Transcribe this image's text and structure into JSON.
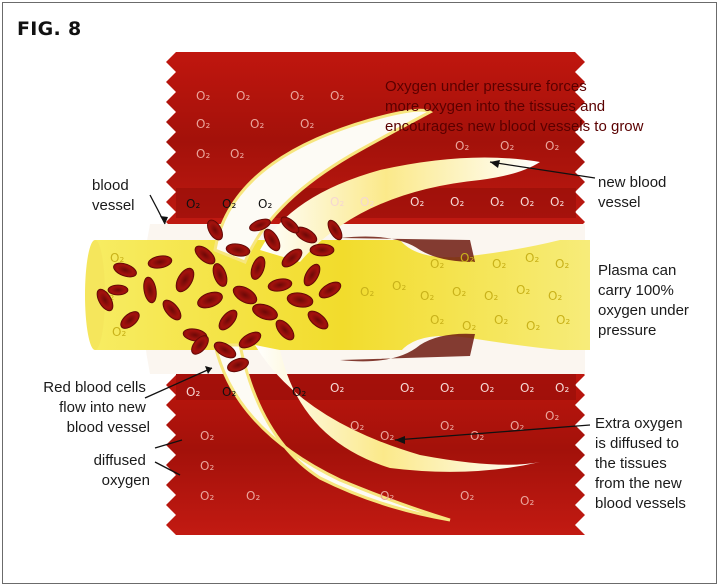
{
  "figure": {
    "label": "FIG. 8"
  },
  "annotations": {
    "top": [
      "Oxygen under pressure forces",
      "more oxygen into the tissues and",
      "encourages new blood vessels to grow"
    ],
    "new_blood_vessel": [
      "new blood",
      "vessel"
    ],
    "blood_vessel": [
      "blood",
      "vessel"
    ],
    "plasma": [
      "Plasma can",
      "carry 100%",
      "oxygen under",
      "pressure"
    ],
    "red_blood_cells": [
      "Red blood cells",
      "flow into new",
      "blood vessel"
    ],
    "diffused_oxygen": [
      "diffused",
      "oxygen"
    ],
    "extra_oxygen": [
      "Extra oxygen",
      "is diffused to",
      "the tissues",
      "from the new",
      "blood vessels"
    ]
  },
  "symbols": {
    "oxygen": "O₂"
  },
  "colors": {
    "tissue": "#b3140d",
    "tissue_dark": "#7c0b06",
    "plasma": "#f4e23a",
    "vessel_wall": "#ffffff",
    "rbc": "#8e0f0c"
  }
}
